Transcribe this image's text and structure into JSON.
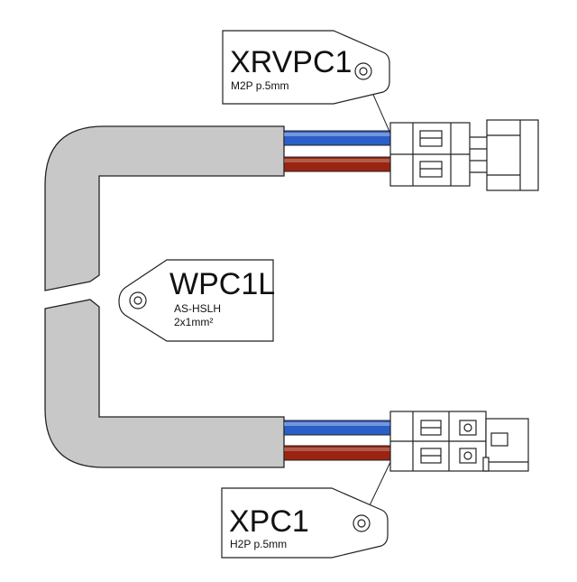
{
  "tags": {
    "top": {
      "name": "XRVPC1",
      "detail": "M2P p.5mm"
    },
    "middle": {
      "name": "WPC1L",
      "detail_line1": "AS-HSLH",
      "detail_line2": "2x1mm²"
    },
    "bottom": {
      "name": "XPC1",
      "detail": "H2P p.5mm"
    }
  },
  "colors": {
    "cable": "#c8c8c8",
    "wire_blue": "#2b5fc8",
    "wire_brown": "#9a2410",
    "outline": "#222222"
  }
}
